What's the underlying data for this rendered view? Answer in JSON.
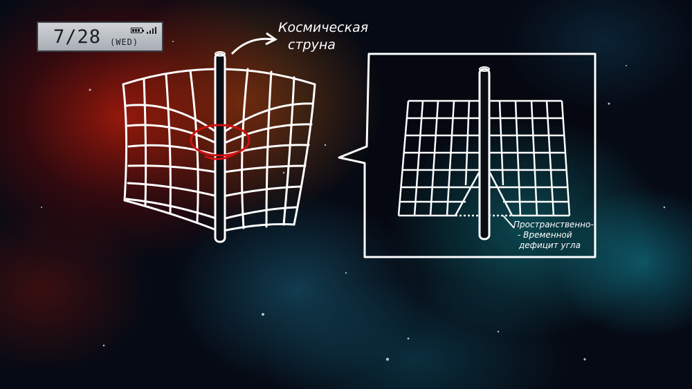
{
  "status_display": {
    "date": "7/28",
    "day": "(WED)",
    "battery_icon": "battery-icon",
    "signal_icon": "signal-icon"
  },
  "annotations": {
    "cosmic_string_line1": "Космическая",
    "cosmic_string_line2": "струна",
    "deficit_line1": "Пространственно-",
    "deficit_line2": "- Временной",
    "deficit_line3": "дефицит угла"
  },
  "colors": {
    "chalk": "#ffffff",
    "highlight": "#d01010",
    "status_text": "#1a1d22"
  }
}
